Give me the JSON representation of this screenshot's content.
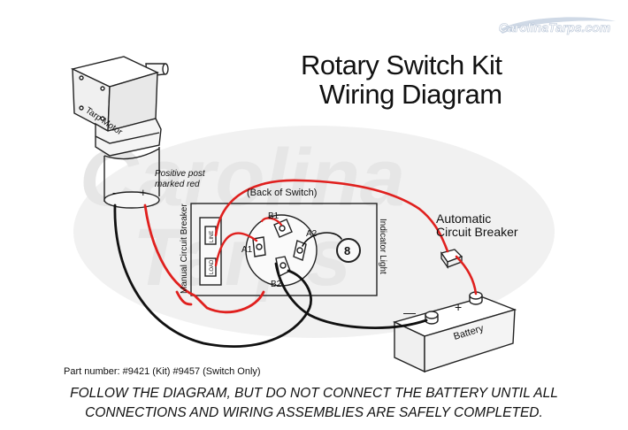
{
  "brand": {
    "logo_text": "CarolinaTarps.com",
    "watermark_text_1": "Carolina",
    "watermark_text_2": "Tarps"
  },
  "title": {
    "line1": "Rotary Switch Kit",
    "line2": "Wiring Diagram"
  },
  "labels": {
    "tarp_motor": "Tarp Motor",
    "positive_post_1": "Positive post",
    "positive_post_2": "marked red",
    "minus": "-",
    "plus": "+",
    "back_of_switch": "(Back of Switch)",
    "manual_circuit_breaker": "Manual Circuit Breaker",
    "line": "LINE",
    "load": "LOAD",
    "b1": "B1",
    "a1": "A1",
    "a2": "A2",
    "b2": "B2",
    "indicator_light": "Indicator Light",
    "indicator_symbol": "8",
    "automatic_circuit_breaker_1": "Automatic",
    "automatic_circuit_breaker_2": "Circuit Breaker",
    "battery": "Battery",
    "battery_minus": "—",
    "battery_plus": "+"
  },
  "footer": {
    "part_number": "Part number: #9421 (Kit)  #9457 (Switch Only)",
    "notice_line1": "FOLLOW THE DIAGRAM, BUT DO NOT CONNECT THE BATTERY UNTIL ALL",
    "notice_line2": "CONNECTIONS AND WIRING ASSEMBLIES ARE SAFELY COMPLETED."
  },
  "colors": {
    "positive_wire": "#e0201e",
    "negative_wire": "#111111",
    "watermark": "#eeeeee",
    "brand_blue": "#3a6fb0"
  }
}
